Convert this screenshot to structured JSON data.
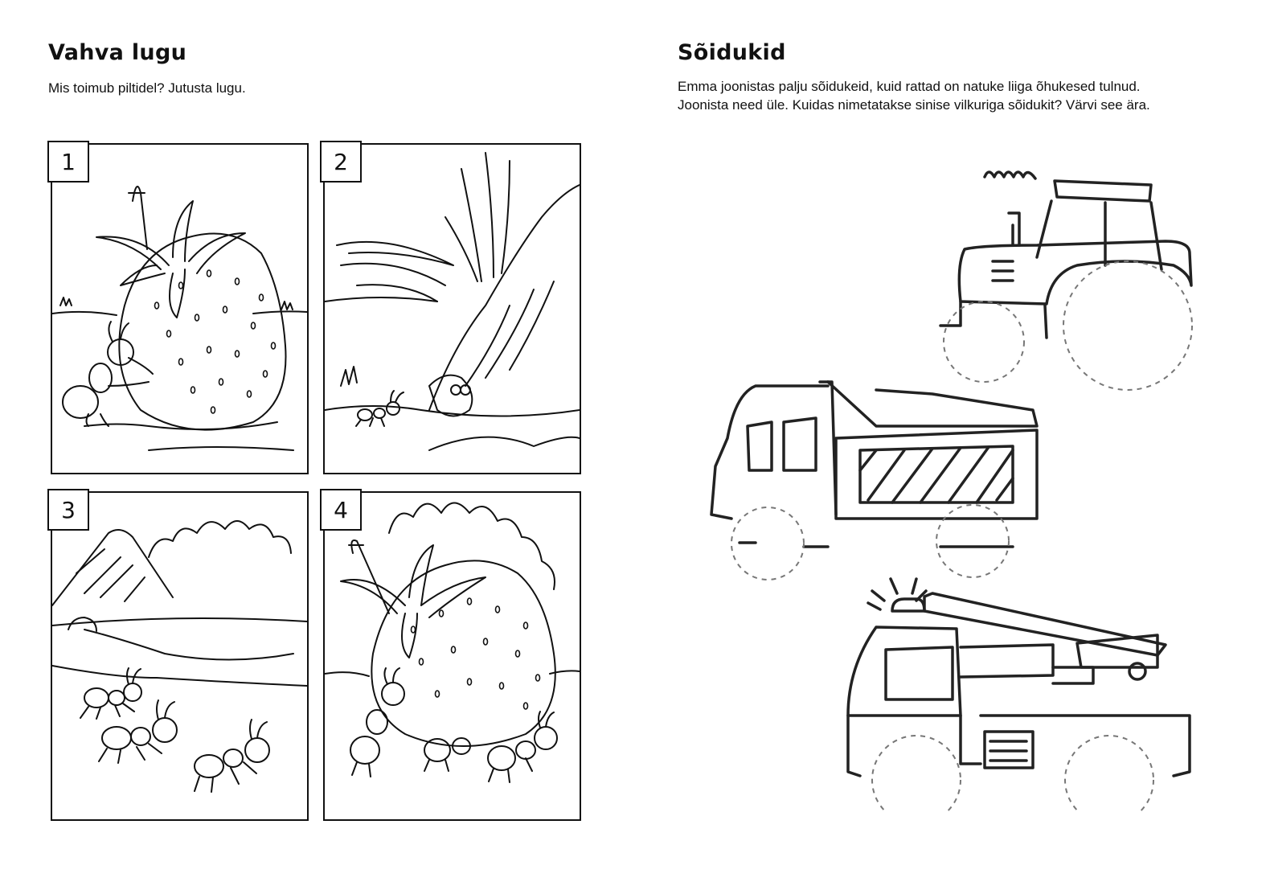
{
  "left": {
    "title": "Vahva lugu",
    "subtitle": "Mis toimub piltidel? Jutusta lugu.",
    "panels": [
      {
        "number": "1",
        "scene": "strawberry-ant-pushing"
      },
      {
        "number": "2",
        "scene": "ant-hill-hidden-bug"
      },
      {
        "number": "3",
        "scene": "ants-walking-to-anthill"
      },
      {
        "number": "4",
        "scene": "ants-carrying-strawberry"
      }
    ]
  },
  "right": {
    "title": "Sõidukid",
    "instructions": "Emma joonistas palju sõidukeid, kuid rattad on natuke liiga õhukesed tulnud. Joonista need üle. Kuidas nimetatakse sinise vilkuriga sõidukit? Värvi see ära.",
    "vehicles": [
      "tractor",
      "dump-truck",
      "fire-truck"
    ]
  }
}
